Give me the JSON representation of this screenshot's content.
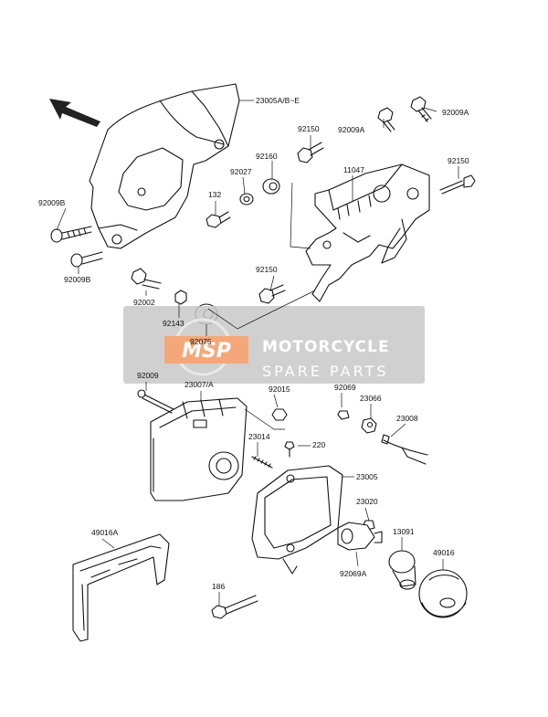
{
  "watermark": {
    "logo_text": "MSP",
    "line1": "MOTORCYCLE",
    "line2": "SPARE PARTS"
  },
  "labels": {
    "p23005ab": "23005A/B~E",
    "p92009a_1": "92009A",
    "p92009a_2": "92009A",
    "p92150_1": "92150",
    "p92150_2": "92150",
    "p92150_3": "92150",
    "p92160": "92160",
    "p92027": "92027",
    "p11047": "11047",
    "p132": "132",
    "p92009b_1": "92009B",
    "p92009b_2": "92009B",
    "p92002": "92002",
    "p92143": "92143",
    "p92075": "92075",
    "p92009": "92009",
    "p23007a": "23007/A",
    "p92015": "92015",
    "p92069": "92069",
    "p23066": "23066",
    "p23008": "23008",
    "p23014": "23014",
    "p220": "220",
    "p23005": "23005",
    "p23020": "23020",
    "p49016a": "49016A",
    "p13091": "13091",
    "p49016": "49016",
    "p186": "186",
    "p92069a": "92069A"
  },
  "icons": {
    "direction_arrow": "front-direction-arrow-icon"
  }
}
